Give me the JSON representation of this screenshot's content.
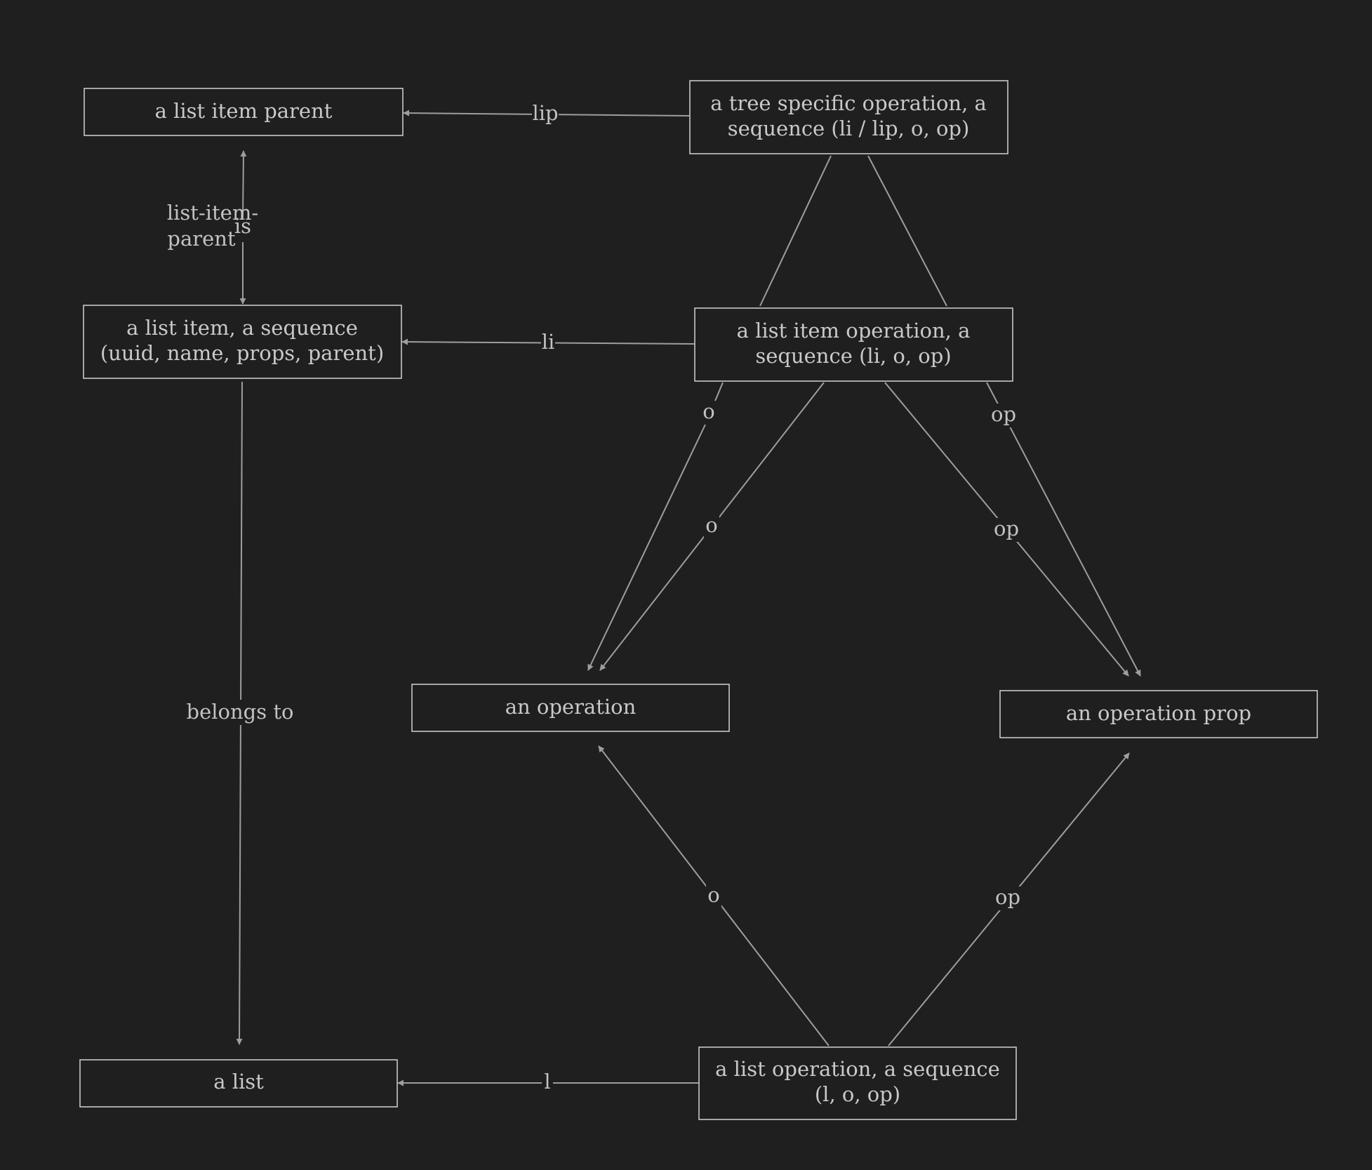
{
  "colors": {
    "background": "#1f1f1f",
    "node_border": "#c8c8c8",
    "node_text": "#c9c9c9",
    "edge": "#9e9e9e",
    "edge_label": "#c2c2c2"
  },
  "nodes": {
    "list_item_parent": {
      "lines": [
        "a list item parent"
      ]
    },
    "tree_op": {
      "lines": [
        "a tree specific operation, a",
        "sequence (li / lip, o, op)"
      ]
    },
    "list_item": {
      "lines": [
        "a list item, a sequence",
        "(uuid, name, props, parent)"
      ]
    },
    "list_item_op": {
      "lines": [
        "a list item operation, a",
        "sequence (li, o, op)"
      ]
    },
    "operation": {
      "lines": [
        "an operation"
      ]
    },
    "operation_prop": {
      "lines": [
        "an operation prop"
      ]
    },
    "list": {
      "lines": [
        "a list"
      ]
    },
    "list_op": {
      "lines": [
        "a list operation, a sequence",
        "(l, o, op)"
      ]
    }
  },
  "edges": {
    "lip": {
      "from": "tree_op",
      "to": "list_item_parent",
      "label": "lip"
    },
    "list_item_parent_is": {
      "from": "list_item",
      "to": "list_item_parent",
      "label": "is",
      "side_label": [
        "list-item-",
        "parent"
      ]
    },
    "li": {
      "from": "list_item_op",
      "to": "list_item",
      "label": "li"
    },
    "tree_to_lio_left": {
      "from": "tree_op",
      "to": "list_item_op",
      "label": ""
    },
    "tree_to_lio_right": {
      "from": "tree_op",
      "to": "list_item_op",
      "label": ""
    },
    "lio_o_outer": {
      "from": "list_item_op",
      "to": "operation",
      "label": "o"
    },
    "lio_o_inner": {
      "from": "list_item_op",
      "to": "operation",
      "label": "o"
    },
    "lio_op_inner": {
      "from": "list_item_op",
      "to": "operation_prop",
      "label": "op"
    },
    "lio_op_outer": {
      "from": "list_item_op",
      "to": "operation_prop",
      "label": "op"
    },
    "belongs_to": {
      "from": "list_item",
      "to": "list",
      "label": "belongs to"
    },
    "l": {
      "from": "list_op",
      "to": "list",
      "label": "l"
    },
    "lo_o": {
      "from": "list_op",
      "to": "operation",
      "label": "o"
    },
    "lo_op": {
      "from": "list_op",
      "to": "operation_prop",
      "label": "op"
    }
  }
}
